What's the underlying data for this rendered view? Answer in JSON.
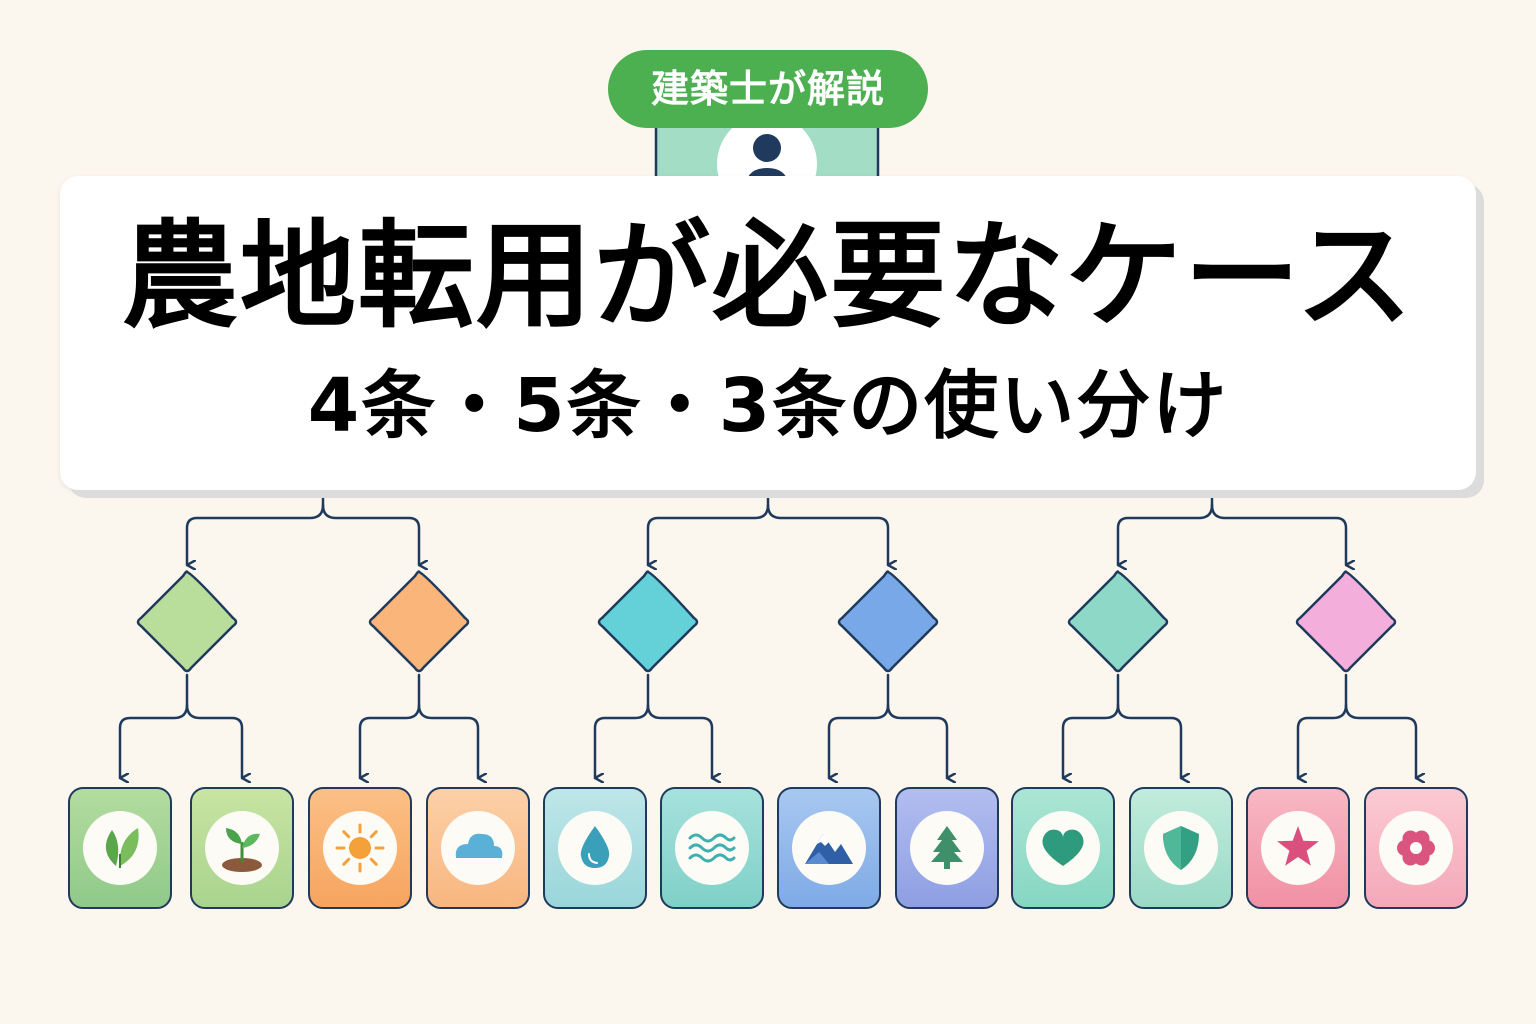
{
  "header": {
    "badge": "建築士が解説",
    "title": "農地転用が必要なケース",
    "subtitle": "4条・5条・3条の使い分け"
  },
  "colors": {
    "background": "#fcf7ee",
    "badge": "#4caf50",
    "connector": "#1f3a5c",
    "top_node": "#a3ddc6"
  },
  "diamonds": [
    {
      "color": "#b9dd9a"
    },
    {
      "color": "#f9b57a"
    },
    {
      "color": "#64d0d8"
    },
    {
      "color": "#78a8e8"
    },
    {
      "color": "#8ed8c8"
    },
    {
      "color": "#f4aedb"
    }
  ],
  "cards": [
    {
      "icon": "leaf-icon",
      "top": "#b4dca0",
      "bottom": "#8fc989"
    },
    {
      "icon": "sprout-icon",
      "top": "#c8e4a2",
      "bottom": "#a9d48e"
    },
    {
      "icon": "sun-icon",
      "top": "#fbc086",
      "bottom": "#f6a45e"
    },
    {
      "icon": "cloud-icon",
      "top": "#fcd0a8",
      "bottom": "#f8b680"
    },
    {
      "icon": "water-drop-icon",
      "top": "#bfe6e8",
      "bottom": "#99d6da"
    },
    {
      "icon": "waves-icon",
      "top": "#a6e2dc",
      "bottom": "#7fd0c8"
    },
    {
      "icon": "mountain-icon",
      "top": "#a8c8f0",
      "bottom": "#7eaae6"
    },
    {
      "icon": "tree-icon",
      "top": "#b2bef0",
      "bottom": "#8e9ee2"
    },
    {
      "icon": "heart-icon",
      "top": "#ace6d4",
      "bottom": "#86d6c2"
    },
    {
      "icon": "shield-icon",
      "top": "#c2ecdc",
      "bottom": "#9ad9c6"
    },
    {
      "icon": "star-icon",
      "top": "#f8b8c4",
      "bottom": "#f090a4"
    },
    {
      "icon": "flower-icon",
      "top": "#fbcad2",
      "bottom": "#f4a8b8"
    }
  ]
}
